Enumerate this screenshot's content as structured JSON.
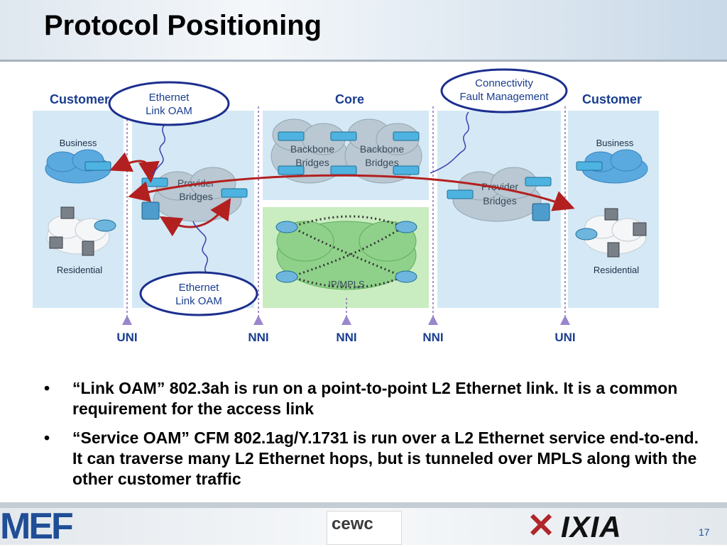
{
  "slide": {
    "title": "Protocol Positioning",
    "page_number": "17"
  },
  "diagram": {
    "zones": {
      "customer_left": "Customer",
      "core": "Core",
      "customer_right": "Customer"
    },
    "callouts": {
      "link_oam_top_line1": "Ethernet",
      "link_oam_top_line2": "Link OAM",
      "cfm_line1": "Connectivity",
      "cfm_line2": "Fault Management",
      "link_oam_bottom_line1": "Ethernet",
      "link_oam_bottom_line2": "Link OAM"
    },
    "clouds": {
      "business_left": "Business",
      "residential_left": "Residential",
      "provider_left_line1": "Provider",
      "provider_left_line2": "Bridges",
      "backbone1_line1": "Backbone",
      "backbone1_line2": "Bridges",
      "backbone2_line1": "Backbone",
      "backbone2_line2": "Bridges",
      "ipmpls": "IP/MPLS",
      "provider_right_line1": "Provider",
      "provider_right_line2": "Bridges",
      "business_right": "Business",
      "residential_right": "Residential"
    },
    "interfaces": [
      "UNI",
      "NNI",
      "NNI",
      "NNI",
      "UNI"
    ]
  },
  "bullets": [
    {
      "dot": "•",
      "text": "“Link OAM” 802.3ah is run on a point-to-point L2 Ethernet link. It is a common requirement for the access link"
    },
    {
      "dot": "•",
      "text": "“Service OAM” CFM 802.1ag/Y.1731 is run over a L2 Ethernet service end-to-end.  It can traverse many L2 Ethernet hops, but is tunneled over MPLS along with the other customer traffic"
    }
  ],
  "footer": {
    "mef_logo": "MEF",
    "cewc_logo": "cewc",
    "ixia_logo": "IXIA"
  },
  "colors": {
    "zone_fill": "#d4e9f5",
    "core_mpls_fill": "#c9ecc0",
    "arrow": "#b32020",
    "label_blue": "#1a3d8f",
    "callout_stroke": "#1c2f8f",
    "squiggle": "#3b3faf"
  }
}
